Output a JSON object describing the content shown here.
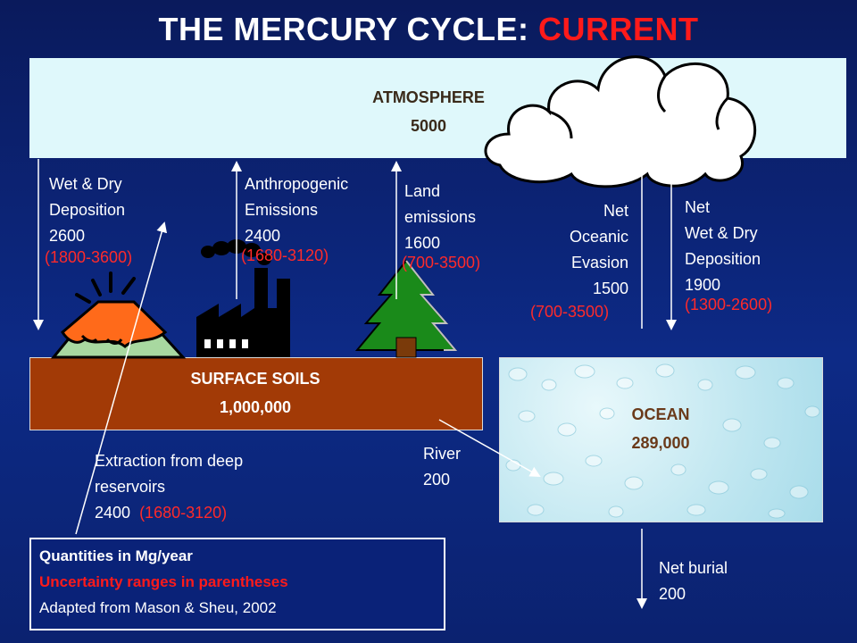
{
  "title": {
    "main": "THE MERCURY CYCLE: ",
    "accent": "CURRENT"
  },
  "boxes": {
    "atmosphere": {
      "name": "ATMOSPHERE",
      "value": "5000"
    },
    "soils": {
      "name": "SURFACE SOILS",
      "value": "1,000,000"
    },
    "ocean": {
      "name": "OCEAN",
      "value": "289,000"
    }
  },
  "flows": {
    "wet_dry_land": {
      "line1": "Wet & Dry",
      "line2": "Deposition",
      "value": "2600",
      "range": "(1800-3600)"
    },
    "anthropogenic": {
      "line1": "Anthropogenic",
      "line2": "Emissions",
      "value": "2400",
      "range": "(1680-3120)"
    },
    "land_emissions": {
      "line1": "Land",
      "line2": "emissions",
      "value": "1600",
      "range": "(700-3500)"
    },
    "oceanic_evasion": {
      "line1": "Net",
      "line2": "Oceanic",
      "line3": "Evasion",
      "value": "1500",
      "range": "(700-3500)"
    },
    "wet_dry_ocean": {
      "line1": "Net",
      "line2": "Wet & Dry",
      "line3": "Deposition",
      "value": "1900",
      "range": "(1300-2600)"
    },
    "extraction": {
      "line1": "Extraction from deep",
      "line2": "reservoirs",
      "value": "2400",
      "range": "(1680-3120)"
    },
    "river": {
      "line1": "River",
      "value": "200"
    },
    "burial": {
      "line1": "Net burial",
      "value": "200"
    }
  },
  "legend": {
    "line1": "Quantities in Mg/year",
    "line2": "Uncertainty ranges in parentheses",
    "line3": "Adapted from Mason & Sheu, 2002"
  },
  "colors": {
    "background": "#0d2a86",
    "atmosphere": "#dff8fb",
    "soils": "#a23a06",
    "ocean": "#bfe6f0",
    "uncertainty": "#ff2a2a"
  }
}
